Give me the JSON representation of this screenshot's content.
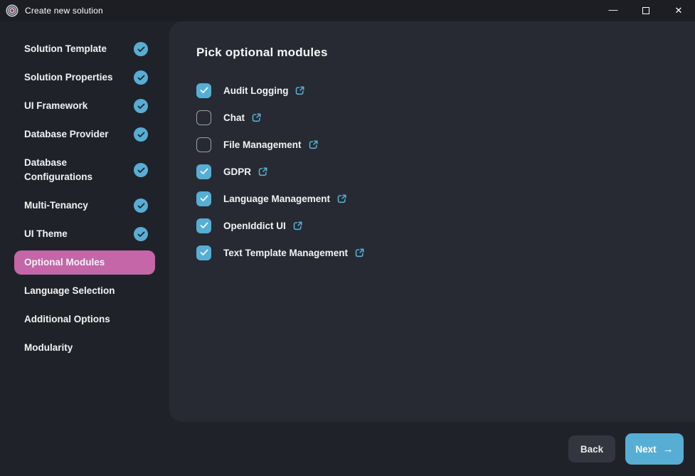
{
  "window": {
    "title": "Create new solution",
    "controls": {
      "minimize_glyph": "—",
      "close_glyph": "✕"
    }
  },
  "sidebar": {
    "steps": [
      {
        "label": "Solution Template",
        "completed": true,
        "active": false
      },
      {
        "label": "Solution Properties",
        "completed": true,
        "active": false
      },
      {
        "label": "UI Framework",
        "completed": true,
        "active": false
      },
      {
        "label": "Database Provider",
        "completed": true,
        "active": false
      },
      {
        "label": "Database Configurations",
        "completed": true,
        "active": false
      },
      {
        "label": "Multi-Tenancy",
        "completed": true,
        "active": false
      },
      {
        "label": "UI Theme",
        "completed": true,
        "active": false
      },
      {
        "label": "Optional Modules",
        "completed": false,
        "active": true
      },
      {
        "label": "Language Selection",
        "completed": false,
        "active": false
      },
      {
        "label": "Additional Options",
        "completed": false,
        "active": false
      },
      {
        "label": "Modularity",
        "completed": false,
        "active": false
      }
    ]
  },
  "main": {
    "heading": "Pick optional modules",
    "modules": [
      {
        "label": "Audit Logging",
        "checked": true
      },
      {
        "label": "Chat",
        "checked": false
      },
      {
        "label": "File Management",
        "checked": false
      },
      {
        "label": "GDPR",
        "checked": true
      },
      {
        "label": "Language Management",
        "checked": true
      },
      {
        "label": "OpenIddict UI",
        "checked": true
      },
      {
        "label": "Text Template Management",
        "checked": true
      }
    ]
  },
  "footer": {
    "back_label": "Back",
    "next_label": "Next",
    "next_arrow": "→"
  },
  "icons": {
    "app_logo": "abp-studio-logo",
    "step_completed": "check-circle-icon",
    "module_checked": "check-icon",
    "module_link": "external-link-icon",
    "next_button": "arrow-right-icon"
  },
  "colors": {
    "accent_blue": "#57aed4",
    "active_step_pink": "#c466a8",
    "panel_background": "#272a32",
    "window_background": "#20222a",
    "titlebar_background": "#1c1e24",
    "back_button": "#33363e"
  }
}
